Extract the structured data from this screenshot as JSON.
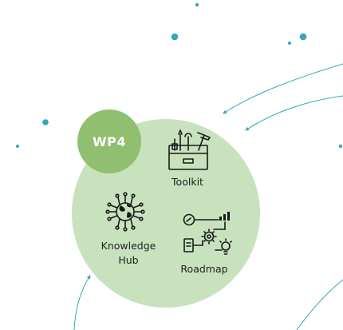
{
  "badge": {
    "label": "WP4"
  },
  "nodes": {
    "toolkit": {
      "label": "Toolkit",
      "icon": "toolbox-icon"
    },
    "knowledge_hub": {
      "label_line1": "Knowledge",
      "label_line2": "Hub",
      "icon": "globe-network-icon"
    },
    "roadmap": {
      "label": "Roadmap",
      "icon": "roadmap-icon"
    }
  },
  "colors": {
    "circle_fill": "#c8e2bd",
    "badge_fill": "#8fbf6f",
    "accent_teal": "#33a9b9",
    "ink": "#1a1a1a"
  }
}
